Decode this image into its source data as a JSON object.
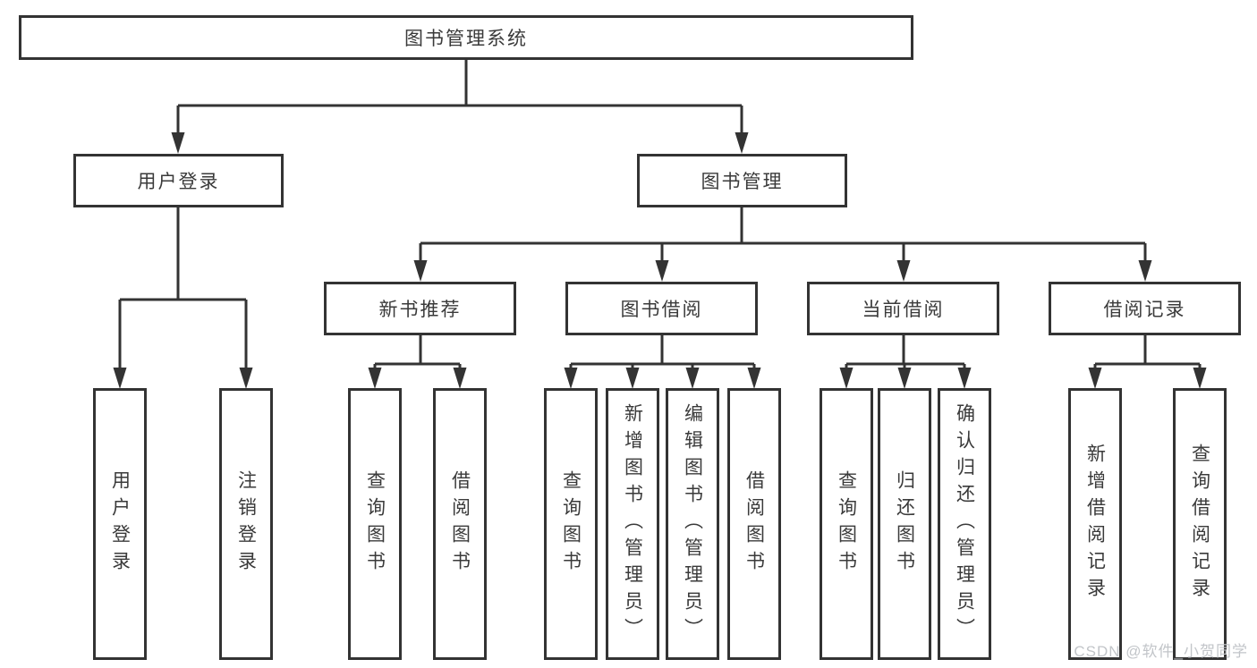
{
  "nodes": {
    "root": {
      "label": "图书管理系统"
    },
    "l2": [
      {
        "label": "用户登录"
      },
      {
        "label": "图书管理"
      }
    ],
    "l3": [
      {
        "label": "新书推荐",
        "parent": "图书管理"
      },
      {
        "label": "图书借阅",
        "parent": "图书管理"
      },
      {
        "label": "当前借阅",
        "parent": "图书管理"
      },
      {
        "label": "借阅记录",
        "parent": "图书管理"
      }
    ],
    "leaf": [
      {
        "label": "用户登录",
        "parent": "用户登录"
      },
      {
        "label": "注销登录",
        "parent": "用户登录"
      },
      {
        "label": "查询图书",
        "parent": "新书推荐"
      },
      {
        "label": "借阅图书",
        "parent": "新书推荐"
      },
      {
        "label": "查询图书",
        "parent": "图书借阅"
      },
      {
        "label": "新增图书（管理员）",
        "parent": "图书借阅"
      },
      {
        "label": "编辑图书（管理员）",
        "parent": "图书借阅"
      },
      {
        "label": "借阅图书",
        "parent": "图书借阅"
      },
      {
        "label": "查询图书",
        "parent": "当前借阅"
      },
      {
        "label": "归还图书",
        "parent": "当前借阅"
      },
      {
        "label": "确认归还（管理员）",
        "parent": "当前借阅"
      },
      {
        "label": "新增借阅记录",
        "parent": "借阅记录"
      },
      {
        "label": "查询借阅记录",
        "parent": "借阅记录"
      }
    ]
  },
  "watermark": {
    "text": "CSDN @软件_小贺同学"
  },
  "colors": {
    "line": "#333333",
    "text": "#3a3a3a",
    "background": "#ffffff",
    "watermark": "#c2c5c9"
  }
}
